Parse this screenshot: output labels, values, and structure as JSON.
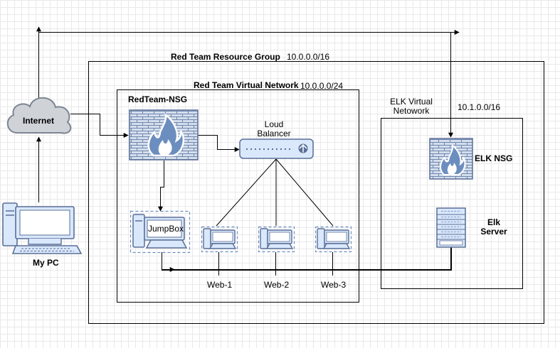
{
  "containers": {
    "resource_group": {
      "title": "Red Team Resource Group",
      "cidr": "10.0.0.0/16"
    },
    "virtual_network": {
      "title": "Red Team Virtual Network",
      "cidr": "10.0.0.0/24"
    },
    "elk_network": {
      "title_line1": "ELK Virtual",
      "title_line2": "Netowork",
      "cidr": "10.1.0.0/16"
    }
  },
  "nodes": {
    "internet": "Internet",
    "my_pc": "My PC",
    "redteam_nsg": "RedTeam-NSG",
    "load_balancer_line1": "Loud",
    "load_balancer_line2": "Balancer",
    "jumpbox": "JumpBox",
    "web1": "Web-1",
    "web2": "Web-2",
    "web3": "Web-3",
    "elk_nsg": "ELK NSG",
    "elk_server_line1": "Elk",
    "elk_server_line2": "Server"
  },
  "colors": {
    "icon_fill": "#dae8fc",
    "icon_stroke": "#6c8ebf",
    "icon_dark": "#5a6f96",
    "cloud_fill": "#cfd3d8",
    "cloud_stroke": "#7c8591",
    "line": "#000000"
  }
}
